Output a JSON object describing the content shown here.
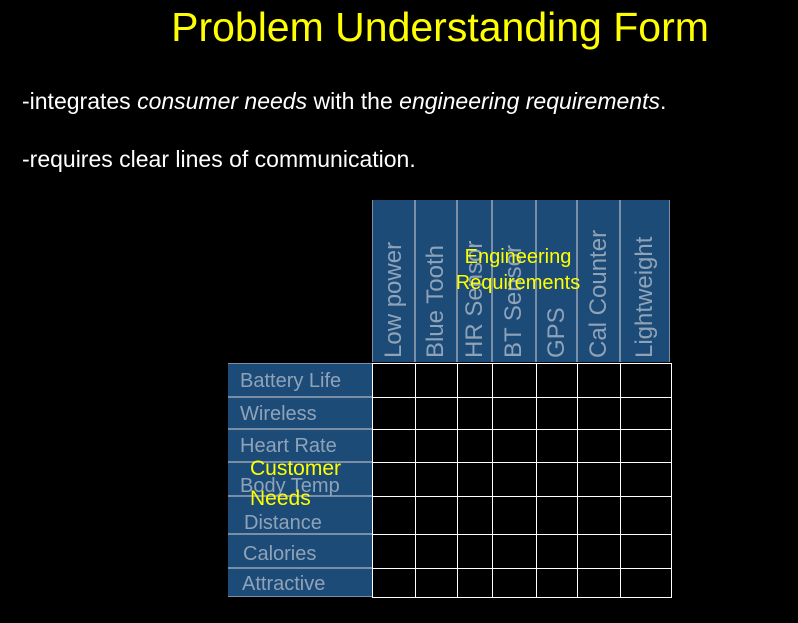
{
  "title": "Problem Understanding Form",
  "bullets": {
    "b1_pre": "-integrates ",
    "b1_em1": "consumer needs",
    "b1_mid": " with the ",
    "b1_em2": "engineering requirements",
    "b1_post": ".",
    "b2": "-requires clear lines of communication."
  },
  "engineering": {
    "label_line1": "Engineering",
    "label_line2": "Requirements",
    "columns": [
      "Low power",
      "Blue Tooth",
      "HR Sensor",
      "BT Sensor",
      "GPS",
      "Cal Counter",
      "Lightweight"
    ]
  },
  "customer": {
    "label_line1": "Customer",
    "label_line2": "Needs",
    "rows": [
      "Battery Life",
      "Wireless",
      "Heart Rate",
      "Body Temp",
      "Distance",
      "Calories",
      "Attractive"
    ]
  },
  "colors": {
    "title": "#ffff00",
    "header_fill": "#1d4b78",
    "header_text": "#8fa3b8",
    "background": "#000000"
  }
}
